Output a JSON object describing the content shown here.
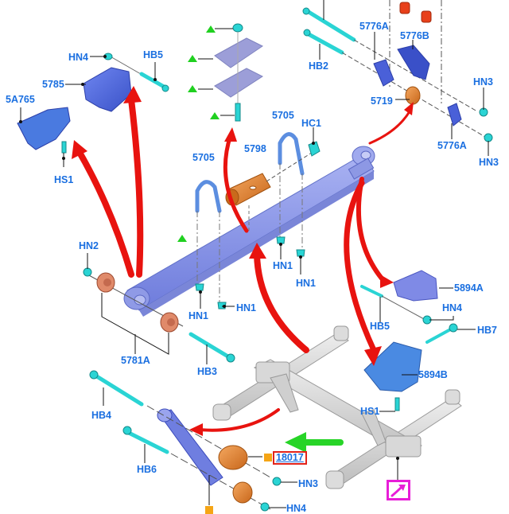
{
  "diagram": {
    "title": "Rear Suspension Exploded View",
    "colors": {
      "label_text": "#1a6fe0",
      "arrow_red": "#e8130f",
      "arrow_green": "#27d427",
      "triangle_green": "#20d020",
      "highlight_box": "#e2231a",
      "nav_box": "#e81ed8",
      "marker_orange": "#f5a516",
      "part_blue": "#5a73e0",
      "part_lightblue": "#4a90e2",
      "part_cyan": "#2ad4d4",
      "part_orange": "#e8821e",
      "part_red": "#e8401a",
      "part_bushing": "#e08a6a",
      "leaf_spring": "#8c98ea",
      "axle_gray": "#d4d4d4"
    },
    "labels": {
      "hn4_top": "HN4",
      "hb5_top": "HB5",
      "p5785": "5785",
      "p5a765": "5A765",
      "hs1_left": "HS1",
      "p5776a_top": "5776A",
      "p5776b": "5776B",
      "hb2": "HB2",
      "hn3_right_top": "HN3",
      "p5719": "5719",
      "p5776a_bottom": "5776A",
      "hn3_right_bottom": "HN3",
      "hc1": "HC1",
      "p5705_left": "5705",
      "p5705_right": "5705",
      "p5798": "5798",
      "hn1_a": "HN1",
      "hn1_b": "HN1",
      "hn1_c": "HN1",
      "hn1_d": "HN1",
      "hn2": "HN2",
      "p5781a": "5781A",
      "hb3": "HB3",
      "p5894a": "5894A",
      "hn4_right": "HN4",
      "hb5_right": "HB5",
      "hb7": "HB7",
      "p5894b": "5894B",
      "hs1_right": "HS1",
      "hb4": "HB4",
      "hb6": "HB6",
      "p18017": "18017",
      "hn3_bottom": "HN3",
      "hn4_bottom": "HN4"
    },
    "icons": {
      "nav_link": "arrow-up-right-icon",
      "marker": "orange-square-marker",
      "triangle": "green-triangle-marker"
    }
  }
}
